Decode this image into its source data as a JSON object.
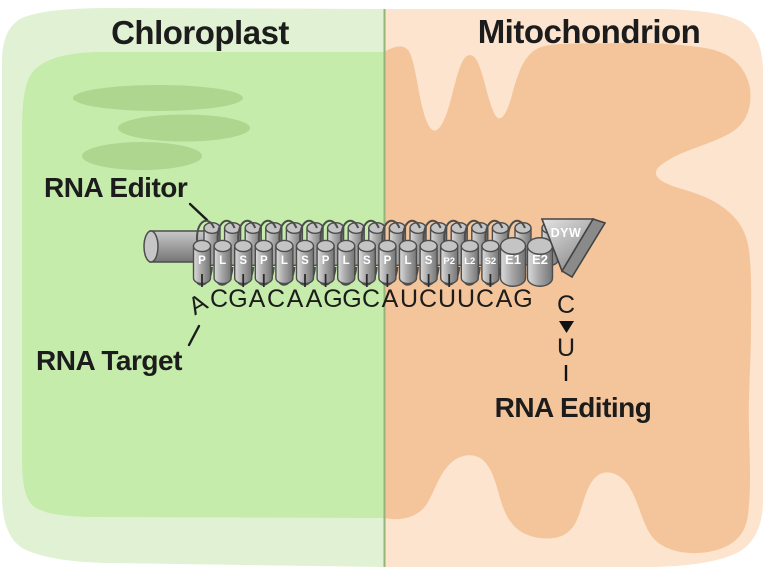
{
  "titles": {
    "left": "Chloroplast",
    "right": "Mitochondrion"
  },
  "labels": {
    "editor": "RNA Editor",
    "target": "RNA Target",
    "editing": "RNA Editing"
  },
  "protein": {
    "motifs": [
      "P",
      "L",
      "S",
      "P",
      "L",
      "S",
      "P",
      "L",
      "S",
      "P",
      "L",
      "S",
      "P2",
      "L2",
      "S2",
      "E1",
      "E2"
    ],
    "terminal": "DYW"
  },
  "rna": {
    "bases": [
      "A",
      "C",
      "G",
      "A",
      "C",
      "A",
      "A",
      "G",
      "G",
      "C",
      "A",
      "U",
      "C",
      "U",
      "U",
      "C",
      "A",
      "G"
    ],
    "edited_base": "C",
    "edited_to": "U"
  },
  "colors": {
    "chloroplast_outer": "#e0f2d3",
    "chloroplast_inner": "#c5ecab",
    "grana": "#aed68f",
    "mito_outer": "#fce4ce",
    "mito_inner": "#f4c59b",
    "divider": "#95b578",
    "text": "#1c1c1c",
    "motif_text": "#ffffff"
  }
}
